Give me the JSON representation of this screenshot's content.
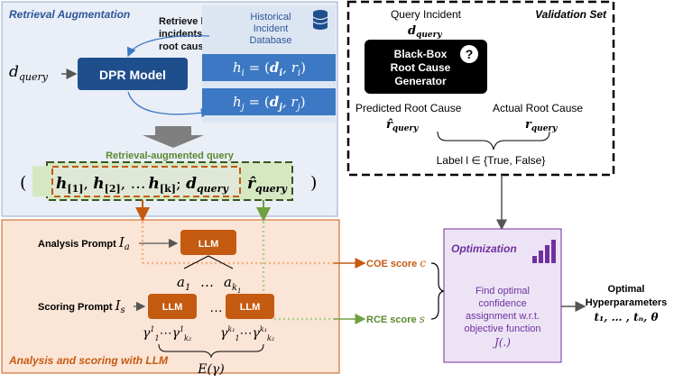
{
  "retrieval": {
    "section_title": "Retrieval Augmentation",
    "d_query": "d",
    "d_query_sub": "query",
    "dpr_label": "DPR Model",
    "retrieve_text": [
      "Retrieve historical",
      "incidents and",
      "root causes"
    ],
    "db_title": [
      "Historical",
      "Incident",
      "Database"
    ],
    "hi": "h",
    "hi_sub": "i",
    "hi_rest": " = (",
    "hi_d": "d",
    "hi_d_sub": "i",
    "hi_r": ", r",
    "hi_r_sub": "i",
    "hi_close": ")",
    "hj": "h",
    "hj_sub": "j",
    "hj_rest": " = (",
    "hj_d": "d",
    "hj_d_sub": "j",
    "hj_r": ", r",
    "hj_r_sub": "j",
    "hj_close": ")",
    "query_label": "Retrieval-augmented query",
    "seq_open": "(",
    "seq_close": ")",
    "seq_h1": "h",
    "seq_h1_sub": "[1]",
    "seq_h2": "h",
    "seq_h2_sub": "[2]",
    "seq_dots": ", …",
    "seq_hk": "h",
    "seq_hk_sub": "[k]",
    "seq_semi": "; ",
    "seq_d": "d",
    "seq_d_sub": "query",
    "seq_r": "r̂",
    "seq_r_sub": "query",
    "comma": ", "
  },
  "validation": {
    "title": "Validation Set",
    "query_incident": "Query Incident",
    "dq": "d",
    "dq_sub": "query",
    "blackbox": [
      "Black-Box",
      "Root Cause",
      "Generator"
    ],
    "question_icon_text": "?",
    "predicted": "Predicted Root Cause",
    "actual": "Actual Root Cause",
    "rhat": "r̂",
    "rhat_sub": "query",
    "r": "r",
    "r_sub": "query",
    "label_text": "Label l ∈ {True, False}"
  },
  "analysis": {
    "section_title": "Analysis and scoring with LLM",
    "analysis_prompt": "Analysis Prompt ",
    "ia": "I",
    "ia_sub": "a",
    "scoring_prompt": "Scoring Prompt ",
    "is": "I",
    "is_sub": "s",
    "llm": "LLM",
    "a1": "a",
    "a1_sub": "1",
    "ak": "a",
    "ak_sub": "k",
    "ak_subsub": "1",
    "dots": "…",
    "gamma_left": "γ",
    "gamma_right": "γ",
    "e_gamma": "E(γ)",
    "coe_score": "COE score ",
    "coe_c": "c",
    "rce_score": "RCE score ",
    "rce_s": "s"
  },
  "optimization": {
    "title": "Optimization",
    "body": [
      "Find optimal",
      "confidence",
      "assignment w.r.t.",
      "objective function",
      "J(.)"
    ],
    "output_title": [
      "Optimal",
      "Hyperparameters"
    ],
    "output_params": "t₁, … , tₙ, θ"
  },
  "colors": {
    "blue_panel": "#e9eef7",
    "dpr_blue": "#1f4e8c",
    "hbar_blue": "#3c78c3",
    "orange": "#d2691e",
    "orange_panel": "#fbe5d6",
    "green": "#5a8a2e",
    "green_fill": "#d5e8c2",
    "purple": "#6a1fa0",
    "purple_panel": "#ece4f5"
  }
}
